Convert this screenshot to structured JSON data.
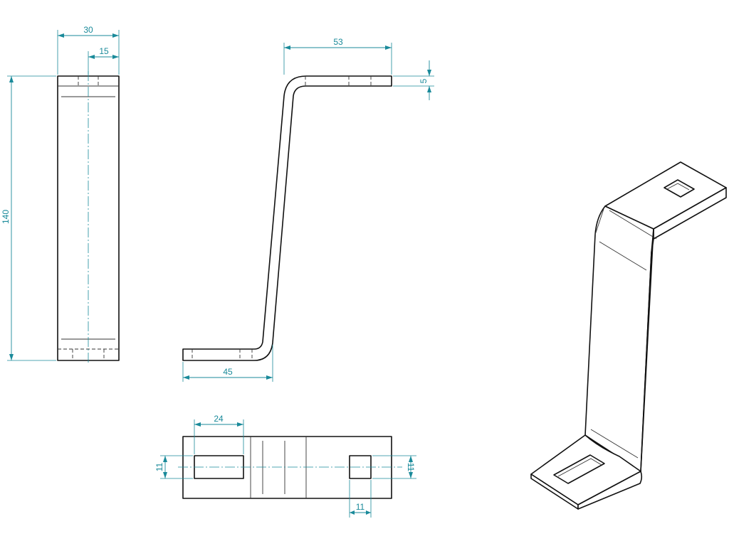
{
  "drawing": {
    "colors": {
      "outline": "#111111",
      "dimension": "#1a8a9a",
      "background": "#ffffff"
    },
    "dimensions": {
      "front_width": "30",
      "front_half_width": "15",
      "front_height": "140",
      "side_top_length": "53",
      "side_thickness": "5",
      "side_bottom_length": "45",
      "top_slot_length": "24",
      "top_slot_width": "11",
      "top_square_height": "11",
      "top_square_width": "11"
    }
  }
}
